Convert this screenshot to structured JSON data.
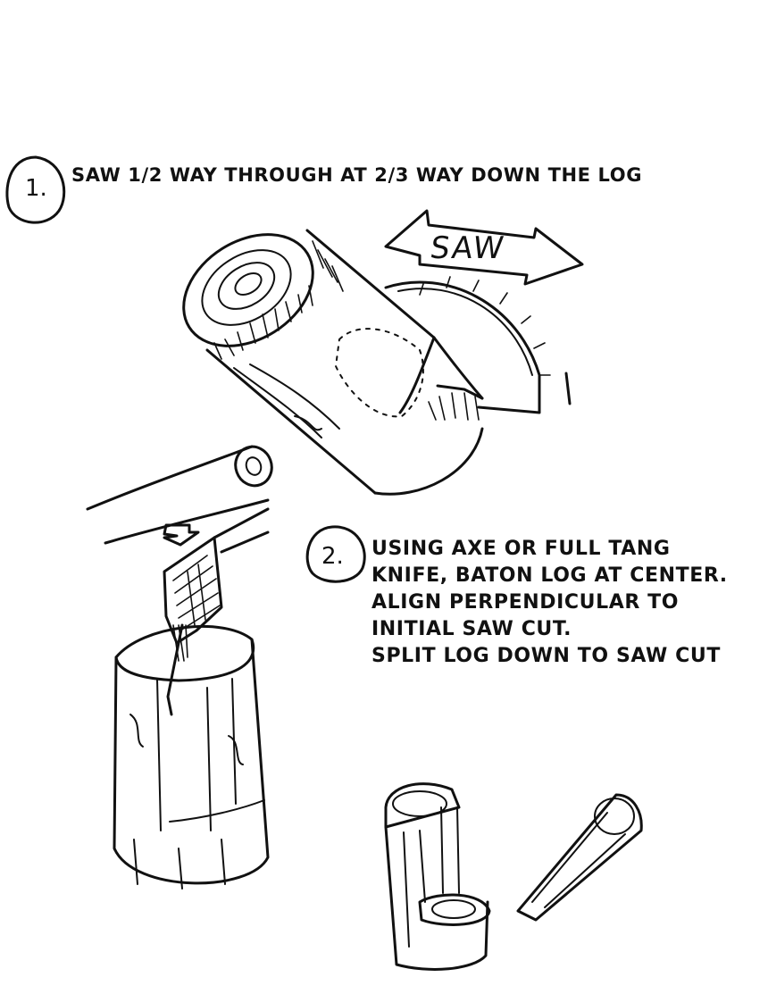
{
  "steps": [
    {
      "number": "1.",
      "text": "SAW 1/2 WAY THROUGH AT 2/3 WAY DOWN THE LOG"
    },
    {
      "number": "2.",
      "lines": [
        "USING AXE OR FULL TANG",
        "KNIFE, BATON LOG AT CENTER.",
        "ALIGN PERPENDICULAR TO",
        "INITIAL SAW CUT.",
        "SPLIT LOG DOWN TO SAW CUT"
      ]
    }
  ],
  "saw_arrow_label": "SAW"
}
